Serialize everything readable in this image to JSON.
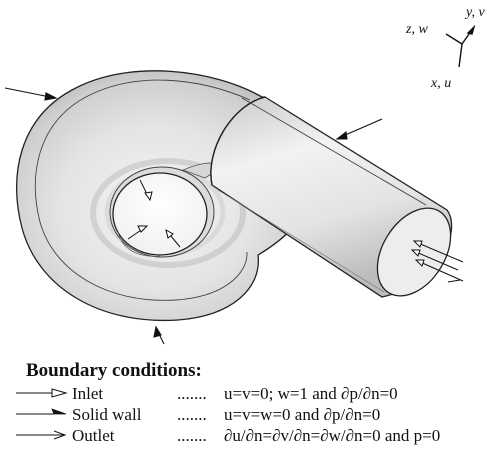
{
  "axes": {
    "z_w": "z, w",
    "y_v": "y, v",
    "x_u": "x, u"
  },
  "boundary_conditions": {
    "title": "Boundary conditions:",
    "dots": ".......",
    "rows": [
      {
        "icon": "open-arrow-icon",
        "label": "Inlet",
        "equation": "u=v=0; w=1 and ∂p/∂n=0"
      },
      {
        "icon": "half-arrow-icon",
        "label": "Solid wall",
        "equation": "u=v=w=0 and ∂p/∂n=0"
      },
      {
        "icon": "line-arrow-icon",
        "label": "Outlet",
        "equation": "∂u/∂n=∂v/∂n=∂w/∂n=0 and p=0"
      }
    ]
  }
}
